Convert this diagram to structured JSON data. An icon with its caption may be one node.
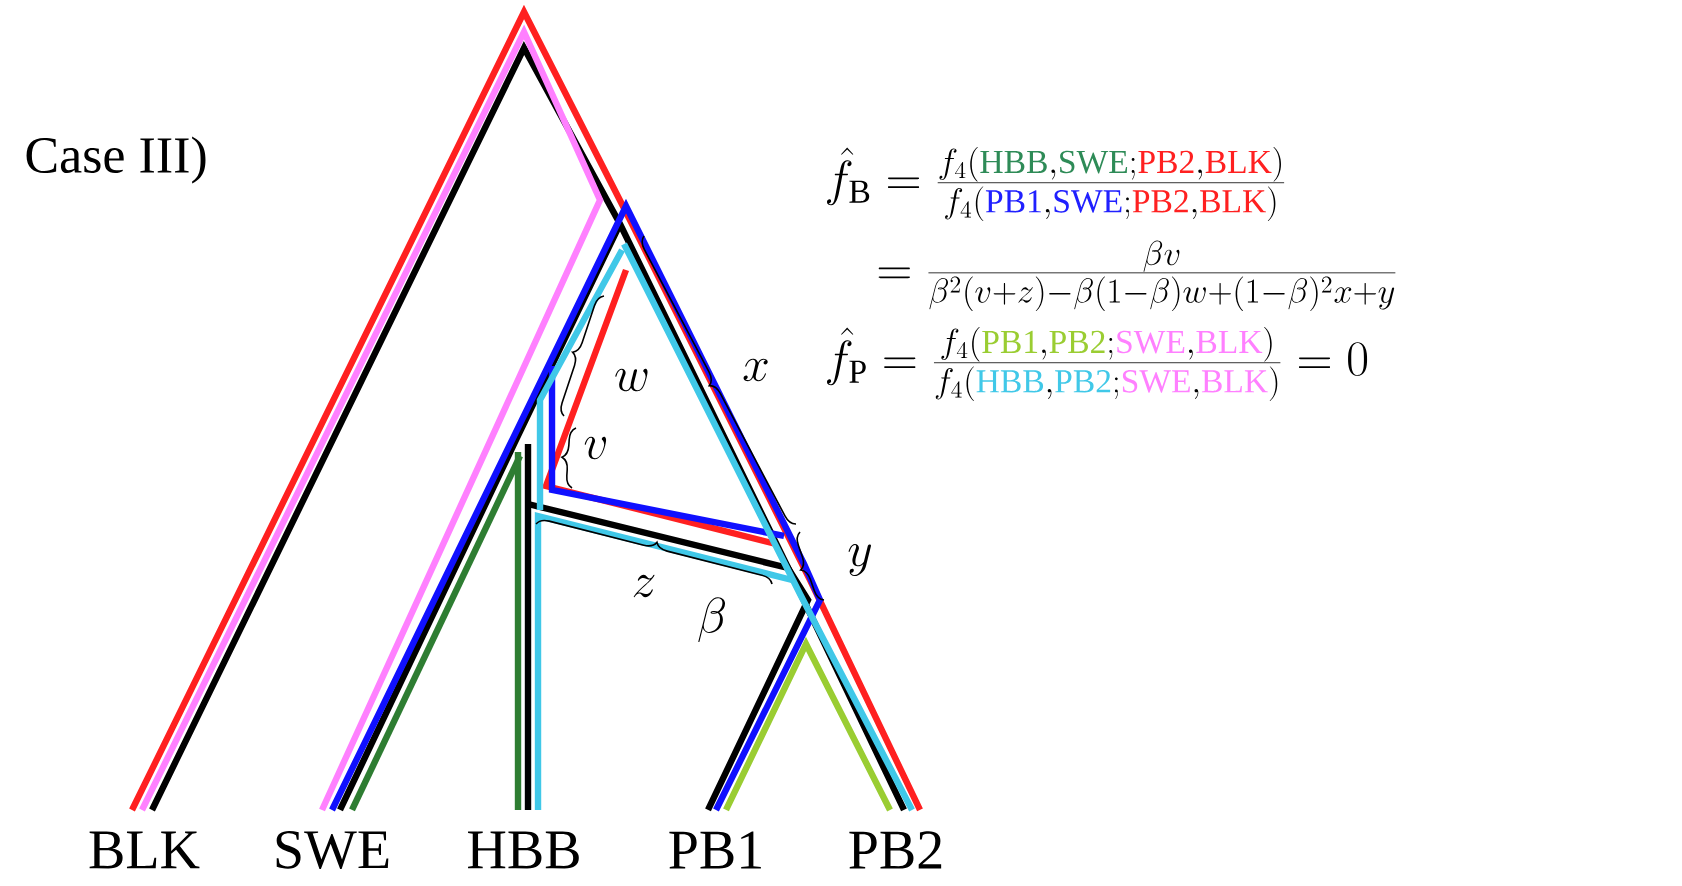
{
  "diagram": {
    "labels": [
      "Case III)",
      "\\hat f_{\\mathrm{B}}=\\frac{f_4(\\textcolor[HTML]{2E8B57}{\\mathrm{HBB}},\\textcolor[HTML]{2E8B57}{\\mathrm{SWE}};\\textcolor[HTML]{FF2020}{\\mathrm{PB2}},\\textcolor[HTML]{FF2020}{\\mathrm{BLK}})}{f_4(\\textcolor[HTML]{2020FF}{\\mathrm{PB1}},\\textcolor[HTML]{2020FF}{\\mathrm{SWE}};\\textcolor[HTML]{FF2020}{\\mathrm{PB2}},\\textcolor[HTML]{FF2020}{\\mathrm{BLK}})}",
      "=\\frac{\\beta v}{\\beta^2(v+z)-\\beta(1-\\beta)w+(1-\\beta)^2x+y}",
      "\\hat f_{\\mathrm{P}}=\\frac{f_4(\\textcolor[HTML]{9ACD32}{\\mathrm{PB1}},\\textcolor[HTML]{9ACD32}{\\mathrm{PB2}};\\textcolor[HTML]{FF80FF}{\\mathrm{SWE}},\\textcolor[HTML]{FF80FF}{\\mathrm{BLK}})}{f_4(\\textcolor[HTML]{40C8E8}{\\mathrm{HBB}},\\textcolor[HTML]{40C8E8}{\\mathrm{PB2}};\\textcolor[HTML]{FF80FF}{\\mathrm{SWE}},\\textcolor[HTML]{FF80FF}{\\mathrm{BLK}})}=0",
      "w",
      "x",
      "v",
      "y",
      "z",
      "\\beta",
      "BLK",
      "SWE",
      "HBB",
      "PB1",
      "PB2"
    ]
  }
}
